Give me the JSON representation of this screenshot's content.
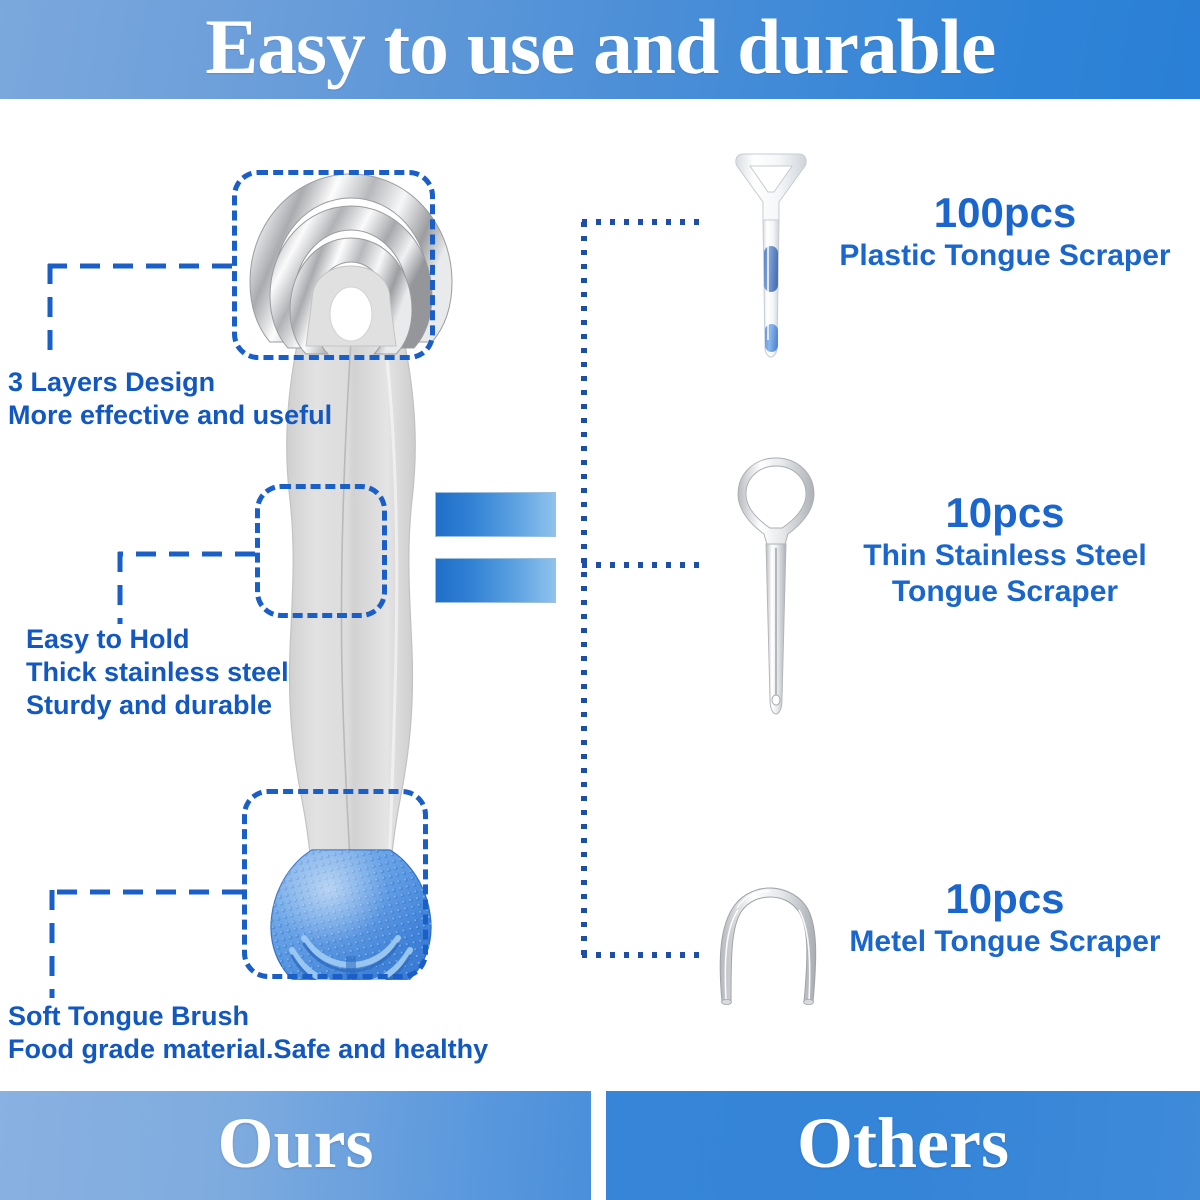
{
  "header": {
    "title": "Easy to use and durable"
  },
  "footer": {
    "ours_label": "Ours",
    "others_label": "Others"
  },
  "features": [
    {
      "id": "three-layers",
      "lines": [
        "3 Layers Design",
        "More effective and useful"
      ]
    },
    {
      "id": "easy-to-hold",
      "lines": [
        "Easy to Hold",
        "Thick stainless steel",
        "Sturdy and durable"
      ]
    },
    {
      "id": "soft-tongue-brush",
      "lines": [
        "Soft Tongue Brush",
        "Food grade material.Safe and healthy"
      ]
    }
  ],
  "comparison_items": [
    {
      "id": "plastic-tongue-scraper",
      "quantity": "100pcs",
      "description": [
        "Plastic Tongue Scraper"
      ]
    },
    {
      "id": "thin-stainless-steel-tongue-scraper",
      "quantity": "10pcs",
      "description": [
        "Thin Stainless Steel",
        "Tongue Scraper"
      ]
    },
    {
      "id": "metel-tongue-scraper",
      "quantity": "10pcs",
      "description": [
        "Metel Tongue Scraper"
      ]
    }
  ],
  "symbols": {
    "equals": "="
  },
  "colors": {
    "header_gradient_start": "#7ba8dd",
    "header_gradient_end": "#2a80d6",
    "ours_bar": "#7eabdf",
    "others_bar": "#3484d8",
    "feature_text": "#1258c0",
    "right_text": "#1a66cc",
    "dashed_callout": "#1a5fc8",
    "dotted_connector": "#1d4fa8",
    "brush_blue": "#4f93e0",
    "steel_gray": "#dcdcdc"
  }
}
